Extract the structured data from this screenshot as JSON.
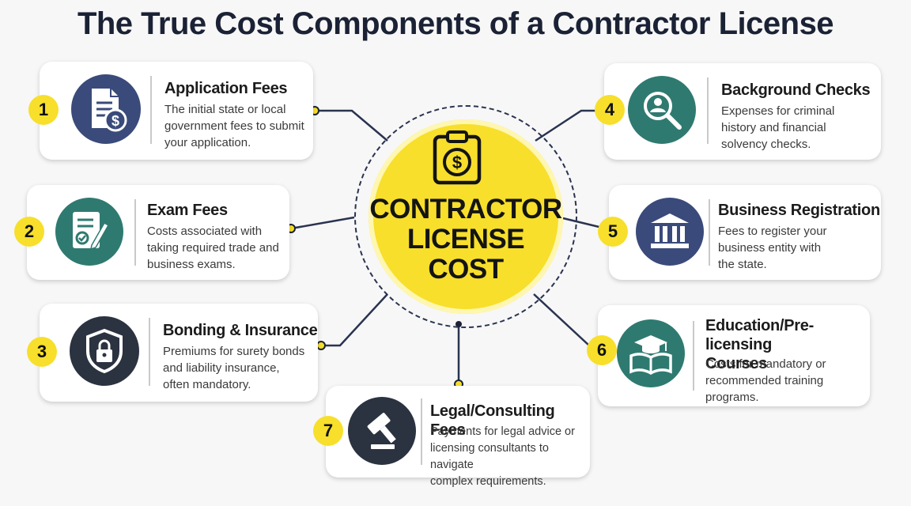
{
  "title": "The True Cost Components of a Contractor License",
  "center": {
    "lines": [
      "CONTRACTOR",
      "LICENSE",
      "COST"
    ],
    "icon": "clipboard-dollar-icon"
  },
  "colors": {
    "accent_yellow": "#f7df2b",
    "navy": "#3a4a7a",
    "teal": "#2f7a70",
    "dark": "#2b3240"
  },
  "components": [
    {
      "number": "1",
      "title": "Application Fees",
      "desc": [
        "The initial state or local",
        "government fees to submit",
        "your application."
      ],
      "icon": "document-dollar-icon"
    },
    {
      "number": "2",
      "title": "Exam Fees",
      "desc": [
        "Costs associated with",
        "taking required trade and",
        "business exams."
      ],
      "icon": "exam-checklist-icon"
    },
    {
      "number": "3",
      "title": "Bonding & Insurance",
      "desc": [
        "Premiums for surety bonds",
        "and liability insurance,",
        "often mandatory."
      ],
      "icon": "shield-lock-icon"
    },
    {
      "number": "4",
      "title": "Background Checks",
      "desc": [
        "Expenses for criminal",
        "history and financial",
        "solvency checks."
      ],
      "icon": "magnifier-person-icon"
    },
    {
      "number": "5",
      "title": "Business Registration",
      "desc": [
        "Fees to register your",
        "business entity with",
        "the state."
      ],
      "icon": "bank-building-icon"
    },
    {
      "number": "6",
      "title": "Education/Pre-licensing Courses",
      "title_lines": [
        "Education/Pre-licensing",
        "Courses"
      ],
      "desc": [
        "Costs for mandatory or",
        "recommended training",
        "programs."
      ],
      "icon": "graduation-book-icon"
    },
    {
      "number": "7",
      "title": "Legal/Consulting Fees",
      "desc": [
        "Payments for legal advice or",
        "licensing consultants to navigate",
        "complex requirements."
      ],
      "icon": "gavel-icon"
    }
  ]
}
